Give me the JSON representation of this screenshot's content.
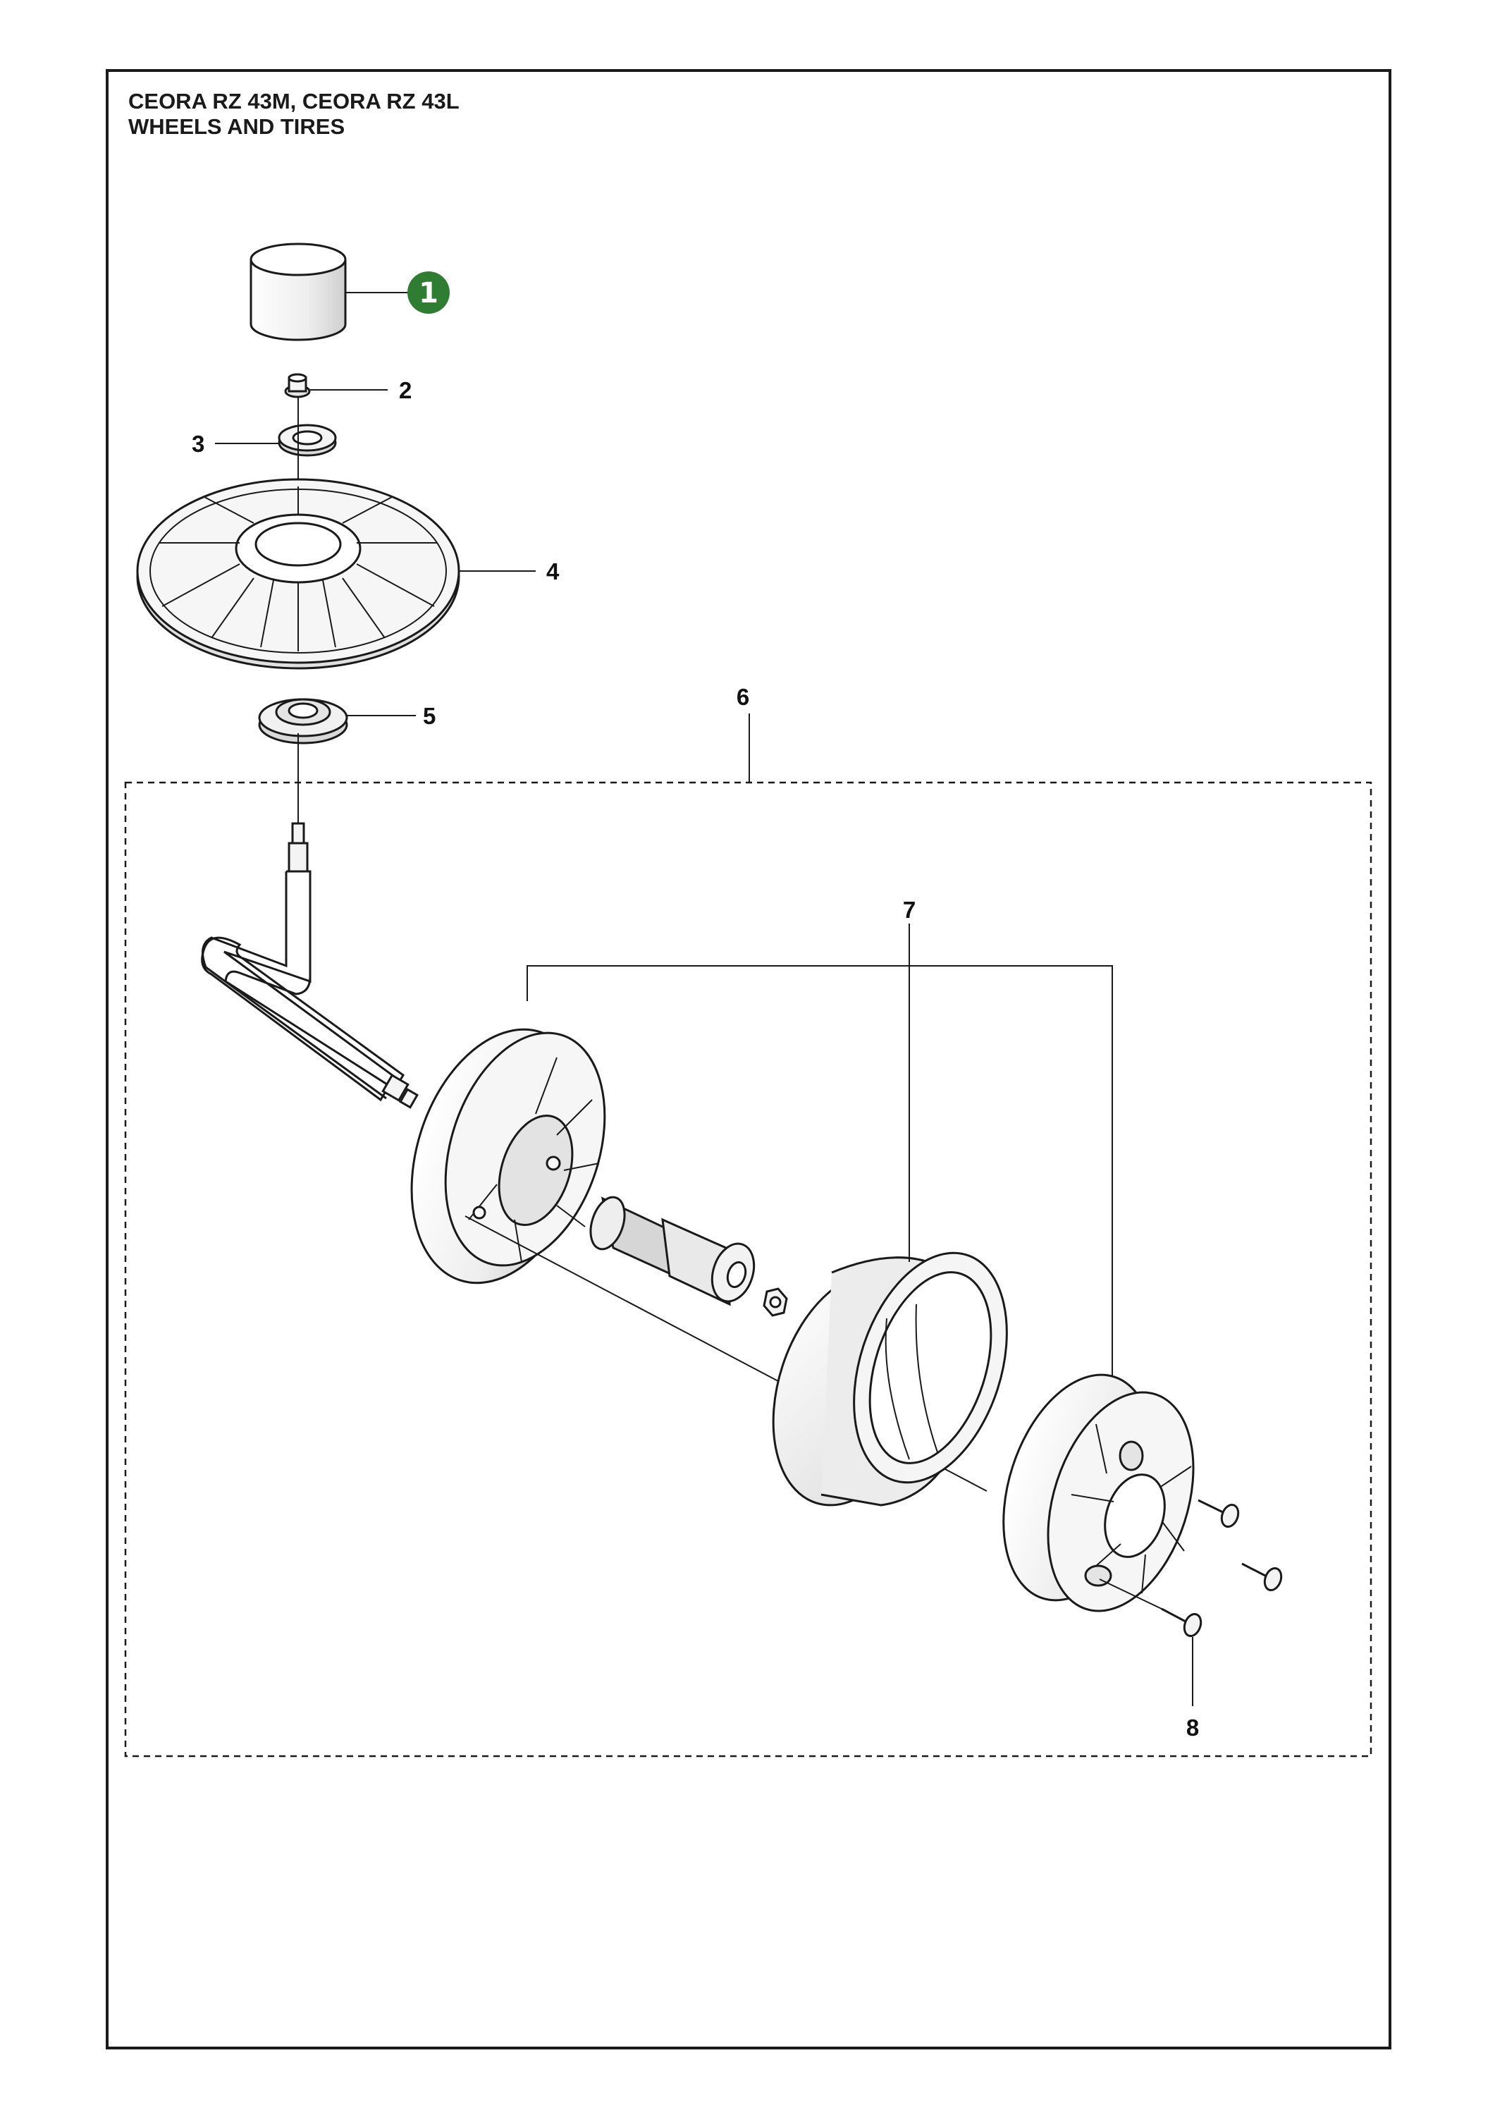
{
  "header": {
    "line1": "CEORA RZ 43M, CEORA RZ 43L",
    "line2": "WHEELS AND TIRES"
  },
  "callouts": {
    "c1": "1",
    "c2": "2",
    "c3": "3",
    "c4": "4",
    "c5": "5",
    "c6": "6",
    "c7": "7",
    "c8": "8"
  },
  "colors": {
    "badge": "#2e7d32",
    "line": "#1a1a1a",
    "part_fill": "#f2f2f2",
    "part_shade": "#d9d9d9"
  }
}
